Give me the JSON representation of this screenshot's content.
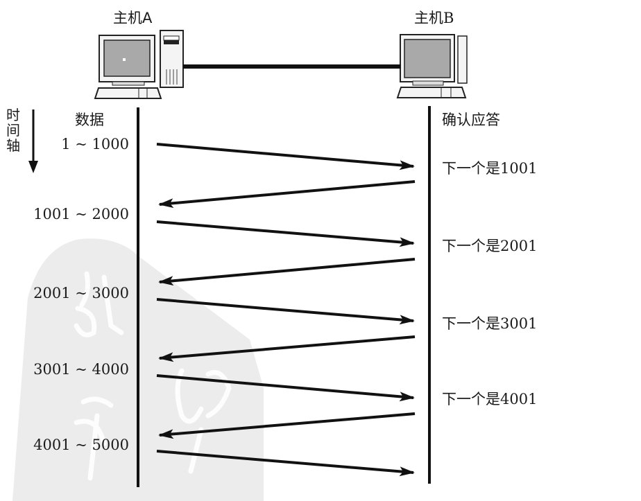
{
  "hosts": {
    "a": {
      "label": "主机A"
    },
    "b": {
      "label": "主机B"
    }
  },
  "time_axis": {
    "chars": [
      "时",
      "间",
      "轴"
    ]
  },
  "columns": {
    "data_header": "数据",
    "ack_header": "确认应答"
  },
  "segments": [
    {
      "range": "1 ~ 1000",
      "ack": "下一个是1001"
    },
    {
      "range": "1001 ~ 2000",
      "ack": "下一个是2001"
    },
    {
      "range": "2001 ~ 3000",
      "ack": "下一个是3001"
    },
    {
      "range": "3001 ~ 4000",
      "ack": "下一个是4001"
    },
    {
      "range": "4001 ~ 5000",
      "ack": ""
    }
  ],
  "colors": {
    "line": "#111111",
    "watermark": "#ececec",
    "screen": "#a9a9a9"
  }
}
